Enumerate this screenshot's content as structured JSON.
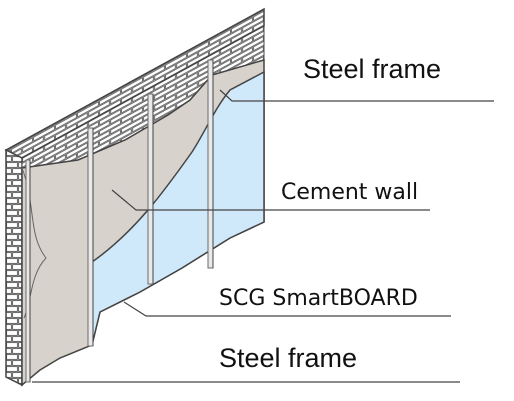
{
  "labels": {
    "steel_frame_top": "Steel frame",
    "cement_wall": "Cement wall",
    "smartboard": "SCG SmartBOARD",
    "steel_frame_bottom": "Steel frame"
  },
  "colors": {
    "brick_face": "#ffffff",
    "mortar": "#444444",
    "cement": "#d7d2cc",
    "board": "#cfe8fa",
    "leader_line": "#444444"
  }
}
